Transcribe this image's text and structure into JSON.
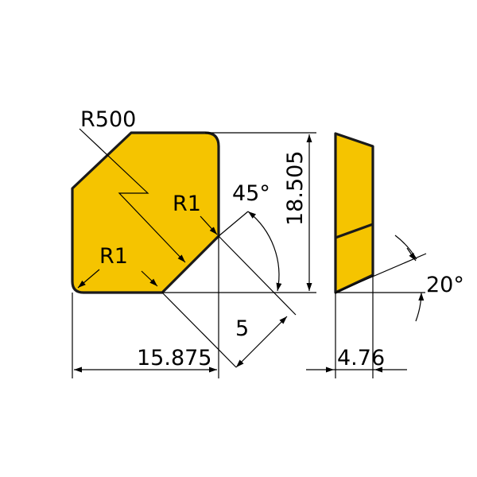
{
  "colors": {
    "insert_fill": "#F5C400",
    "outline": "#1a1a1a",
    "dimension_line": "#000000",
    "background": "#ffffff"
  },
  "labels": {
    "r500": "R500",
    "r1_upper": "R1",
    "r1_lower": "R1",
    "angle_45": "45°",
    "height": "18.505",
    "chamfer": "5",
    "width": "15.875",
    "thickness": "4.76",
    "angle_20": "20°"
  }
}
